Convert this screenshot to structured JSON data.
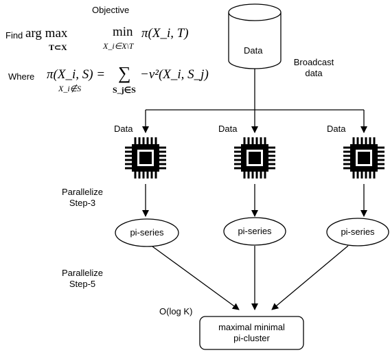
{
  "objective": {
    "title": "Objective",
    "find_prefix": "Find",
    "argmax": "arg max",
    "argmax_sub": "T⊂X",
    "min_word": "min",
    "min_sub": "X_i∈X\\T",
    "objective_term": "π(X_i, T)",
    "where_prefix": "Where",
    "where_lhs": "π(X_i, S) =",
    "where_lhs_sub": "X_i∉S",
    "sum_symbol": "∑",
    "sum_sub": "S_j∈S",
    "where_rhs": "−ν²(X_i, S_j)"
  },
  "database": {
    "label": "Data",
    "broadcast_label": "Broadcast\ndata"
  },
  "workers": [
    {
      "data_label": "Data",
      "output_label": "pi-series"
    },
    {
      "data_label": "Data",
      "output_label": "pi-series"
    },
    {
      "data_label": "Data",
      "output_label": "pi-series"
    }
  ],
  "steps": {
    "step3": "Parallelize\nStep-3",
    "step5": "Parallelize\nStep-5",
    "complexity": "O(log K)"
  },
  "result": {
    "label": "maximal minimal\npi-cluster"
  },
  "colors": {
    "stroke": "#000000",
    "chip_body": "#000000",
    "chip_core": "#ffffff",
    "background": "#ffffff"
  },
  "icons": [
    "database-cylinder-icon",
    "cpu-chip-icon"
  ]
}
